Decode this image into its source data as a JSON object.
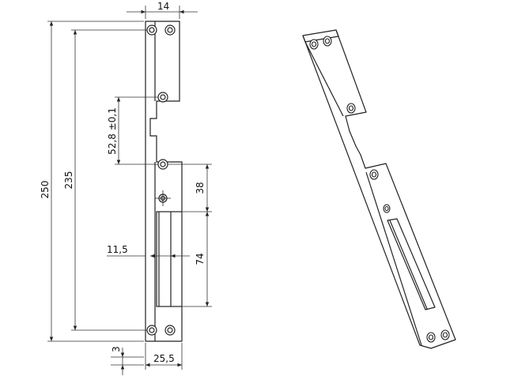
{
  "drawing": {
    "dimensions": {
      "top_width": "14",
      "overall_length": "250",
      "hole_pitch": "235",
      "center_distance": "52,8 ±0,1",
      "hole_to_slot": "38",
      "slot_offset": "11,5",
      "slot_length": "74",
      "bottom_offset": "3",
      "plate_width": "25,5"
    },
    "colors": {
      "line": "#222222",
      "dimension_line": "#333333",
      "hole_fill": "#ffffff"
    }
  }
}
